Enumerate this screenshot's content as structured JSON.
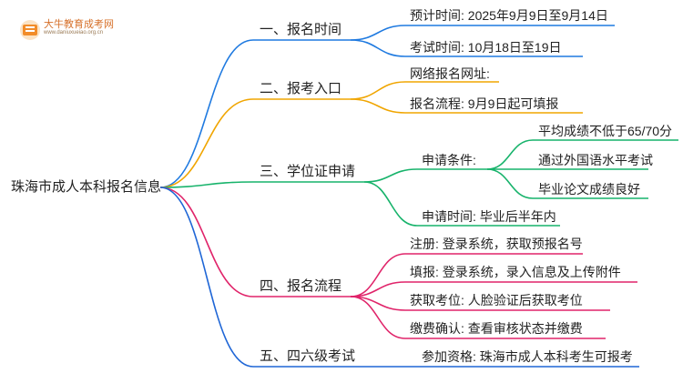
{
  "logo": {
    "name": "大牛教育成考网",
    "url": "www.daniuxueiao.org.cn"
  },
  "root": "珠海市成人本科报名信息",
  "colors": {
    "blue": "#1f7ae0",
    "orange": "#f0a500",
    "green": "#17b36b",
    "pink": "#e0246a",
    "blue2": "#1f66d6"
  },
  "branches": [
    {
      "label": "一、报名时间",
      "color": "blue",
      "children": [
        {
          "label": "预计时间: 2025年9月9日至9月14日"
        },
        {
          "label": "考试时间: 10月18日至19日"
        }
      ]
    },
    {
      "label": "二、报考入口",
      "color": "orange",
      "children": [
        {
          "label": "网络报名网址:"
        },
        {
          "label": "报名流程: 9月9日起可填报"
        }
      ]
    },
    {
      "label": "三、学位证申请",
      "color": "green",
      "children": [
        {
          "label": "申请条件:",
          "children": [
            {
              "label": "平均成绩不低于65/70分"
            },
            {
              "label": "通过外国语水平考试"
            },
            {
              "label": "毕业论文成绩良好"
            }
          ]
        },
        {
          "label": "申请时间: 毕业后半年内"
        }
      ]
    },
    {
      "label": "四、报名流程",
      "color": "pink",
      "children": [
        {
          "label": "注册: 登录系统，获取预报名号"
        },
        {
          "label": "填报: 登录系统，录入信息及上传附件"
        },
        {
          "label": "获取考位: 人脸验证后获取考位"
        },
        {
          "label": "缴费确认: 查看审核状态并缴费"
        }
      ]
    },
    {
      "label": "五、四六级考试",
      "color": "blue2",
      "children": [
        {
          "label": "参加资格: 珠海市成人本科考生可报考"
        }
      ]
    }
  ]
}
